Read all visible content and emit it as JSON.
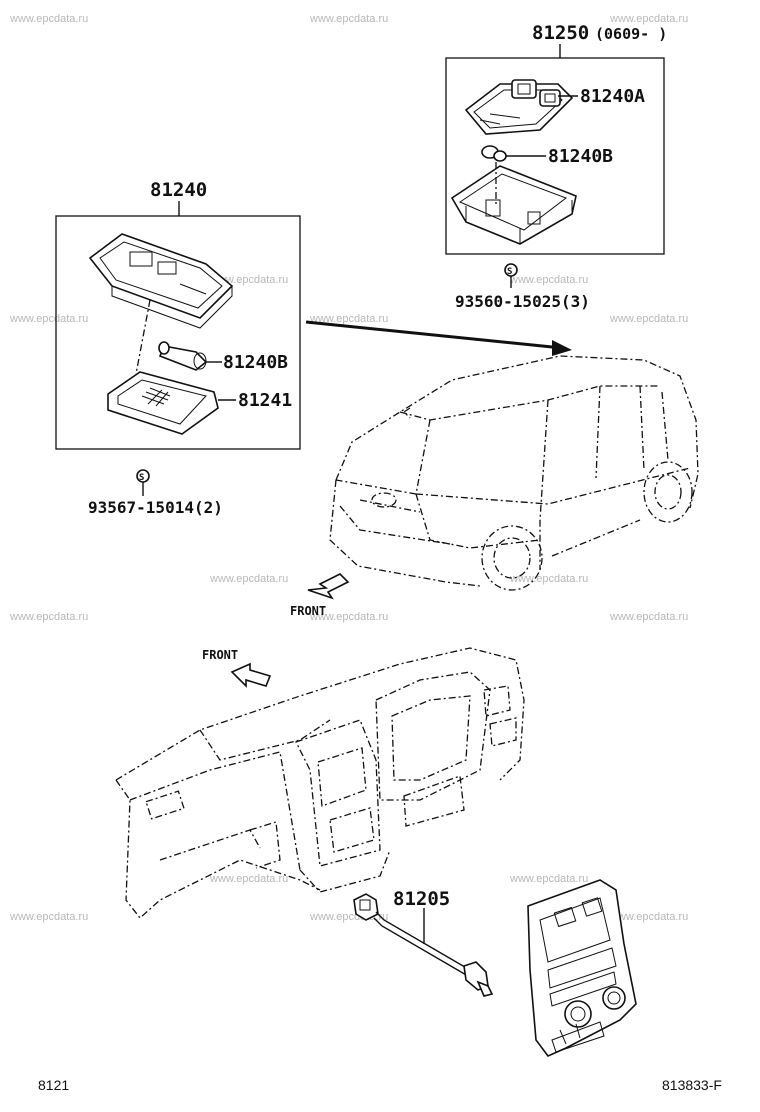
{
  "labels": {
    "part_81250": "81250",
    "part_81250_date": "(0609-   )",
    "part_81240A": "81240A",
    "part_81240B_top": "81240B",
    "screw_93560": "93560-15025(3)",
    "part_81240": "81240",
    "part_81240B": "81240B",
    "part_81241": "81241",
    "screw_93567": "93567-15014(2)",
    "front_1": "FRONT",
    "front_2": "FRONT",
    "part_81205": "81205",
    "footer_left": "8121",
    "footer_right": "813833-F"
  },
  "watermark": "www.epcdata.ru",
  "screw_symbol": "S"
}
